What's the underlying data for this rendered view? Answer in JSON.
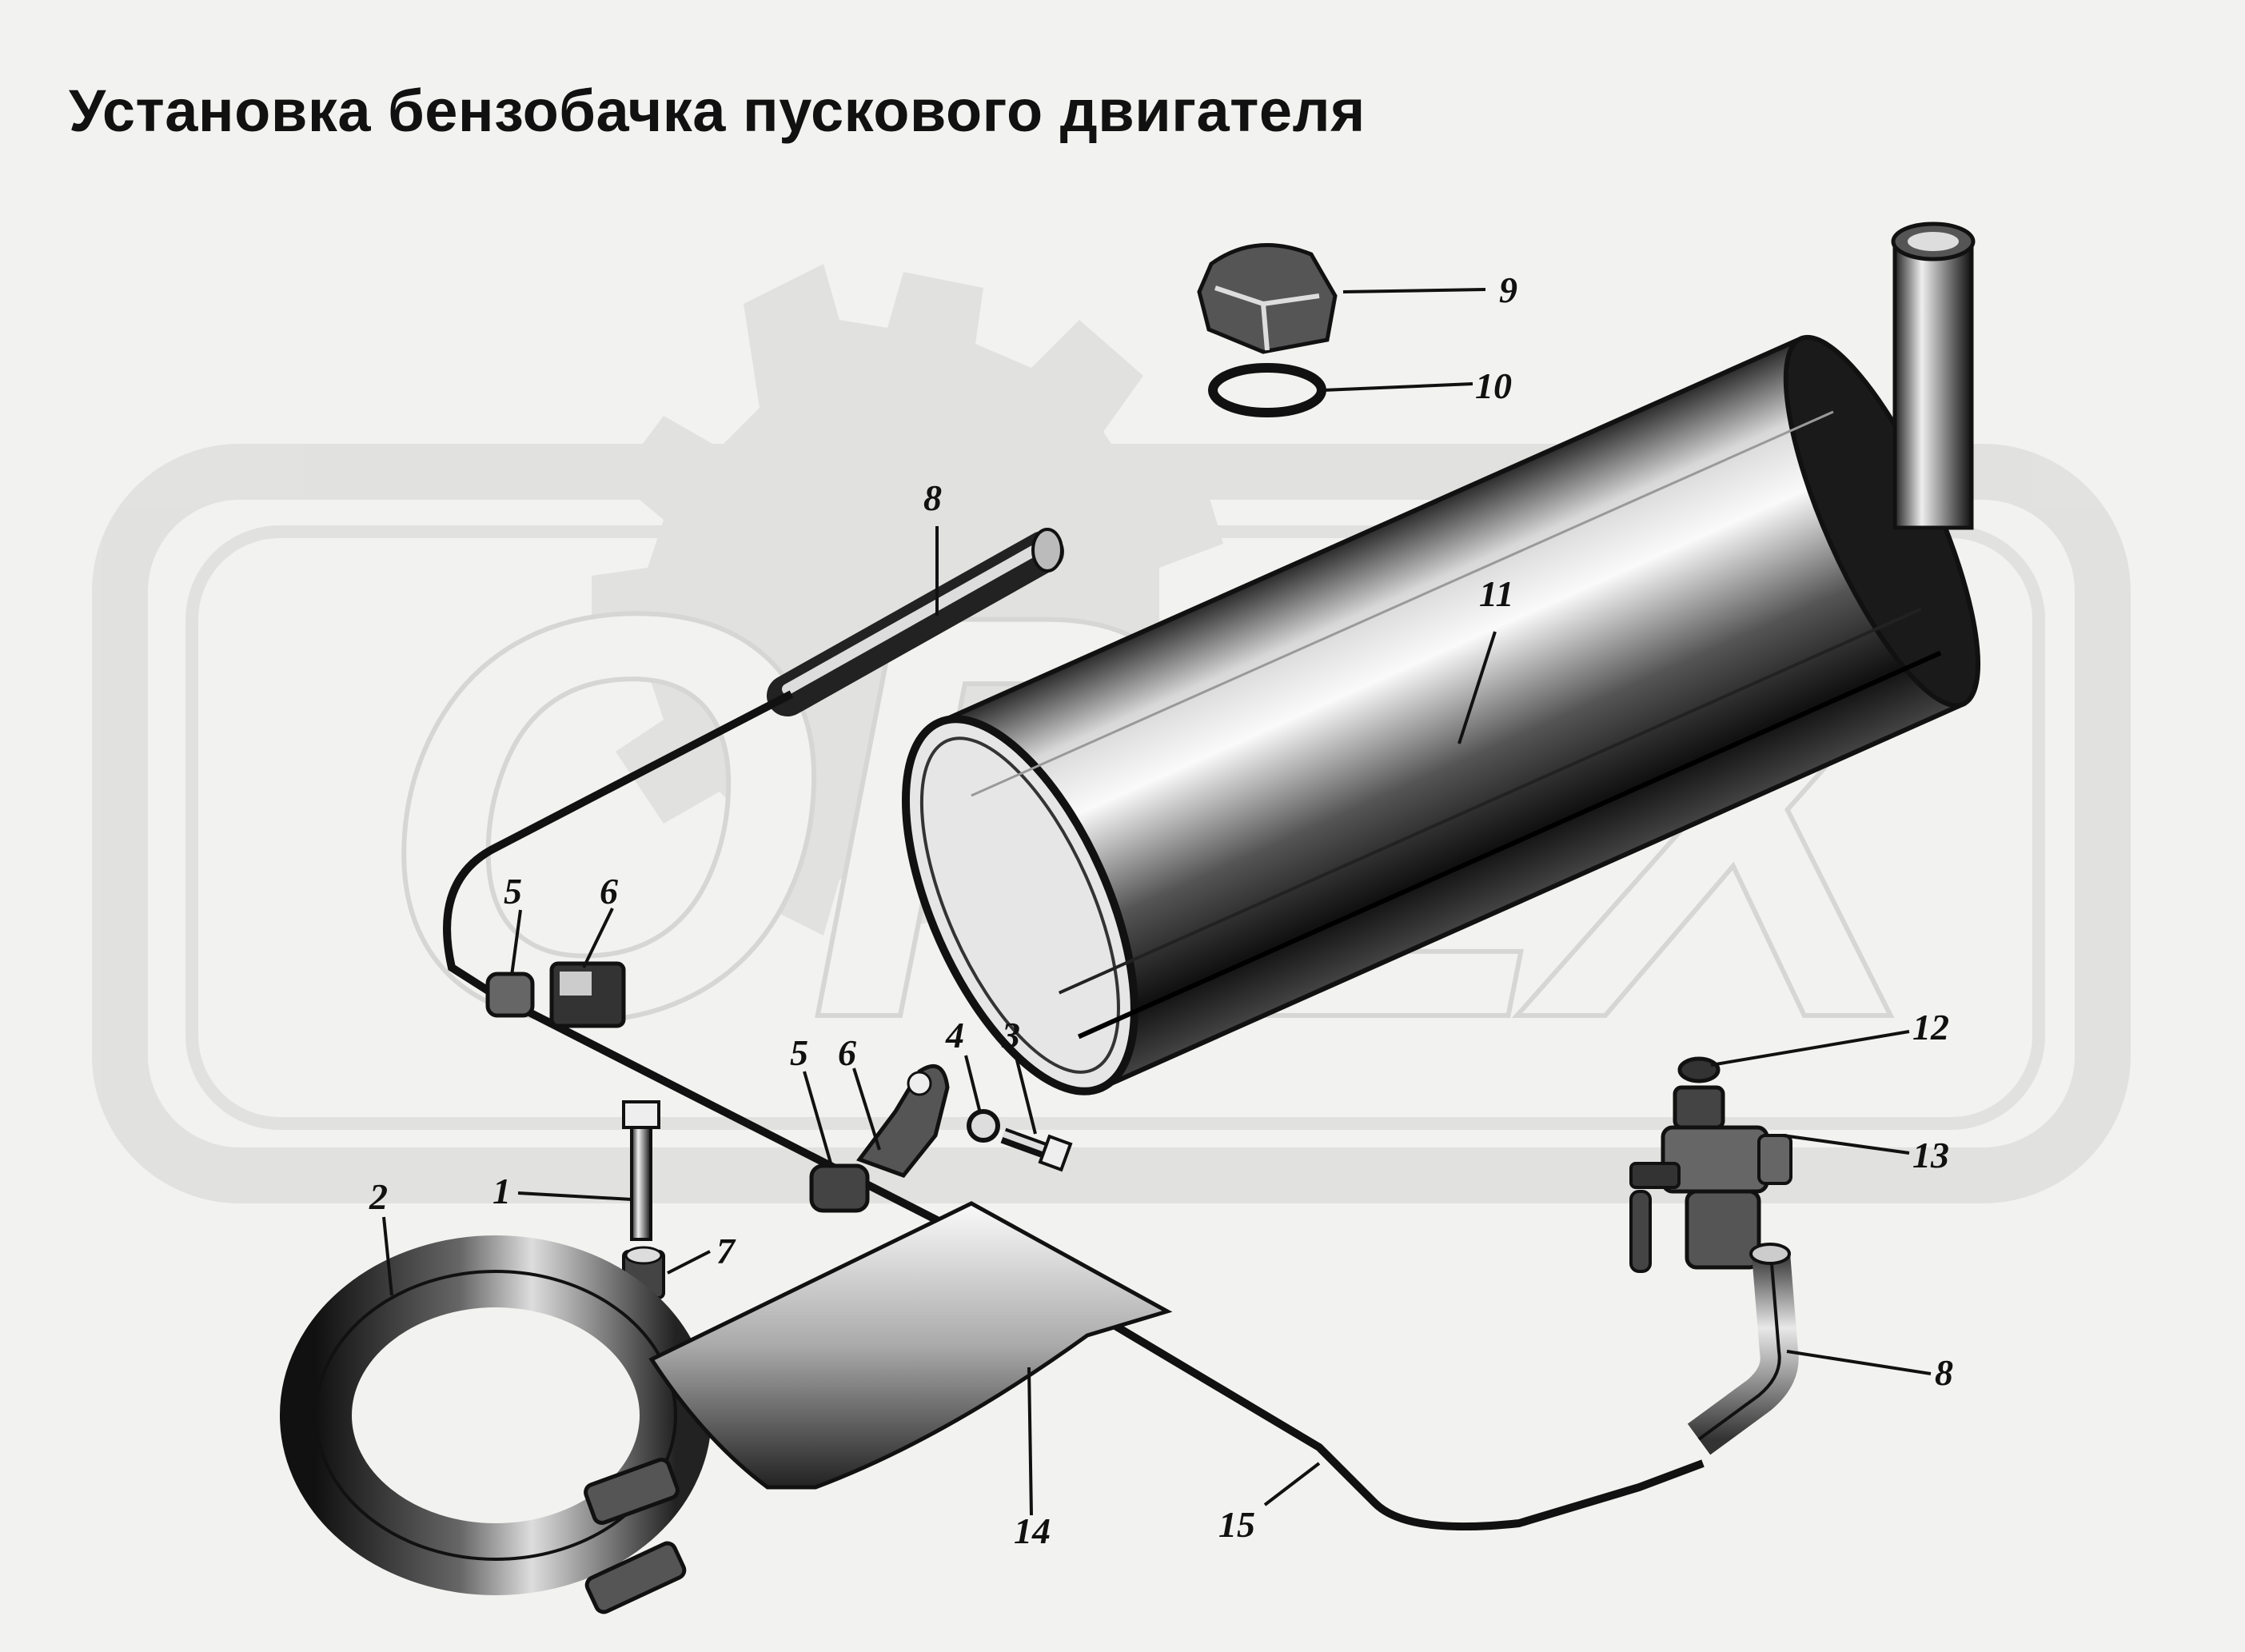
{
  "title": "Установка бензобачка пускового двигателя",
  "watermark": {
    "text": "OPEX",
    "color": "#e0e0de"
  },
  "parts": {
    "p1": "1",
    "p2": "2",
    "p3": "3",
    "p4": "4",
    "p5a": "5",
    "p5b": "5",
    "p6a": "6",
    "p6b": "6",
    "p7": "7",
    "p8a": "8",
    "p8b": "8",
    "p9": "9",
    "p10": "10",
    "p11": "11",
    "p12": "12",
    "p13": "13",
    "p14": "14",
    "p15": "15"
  }
}
